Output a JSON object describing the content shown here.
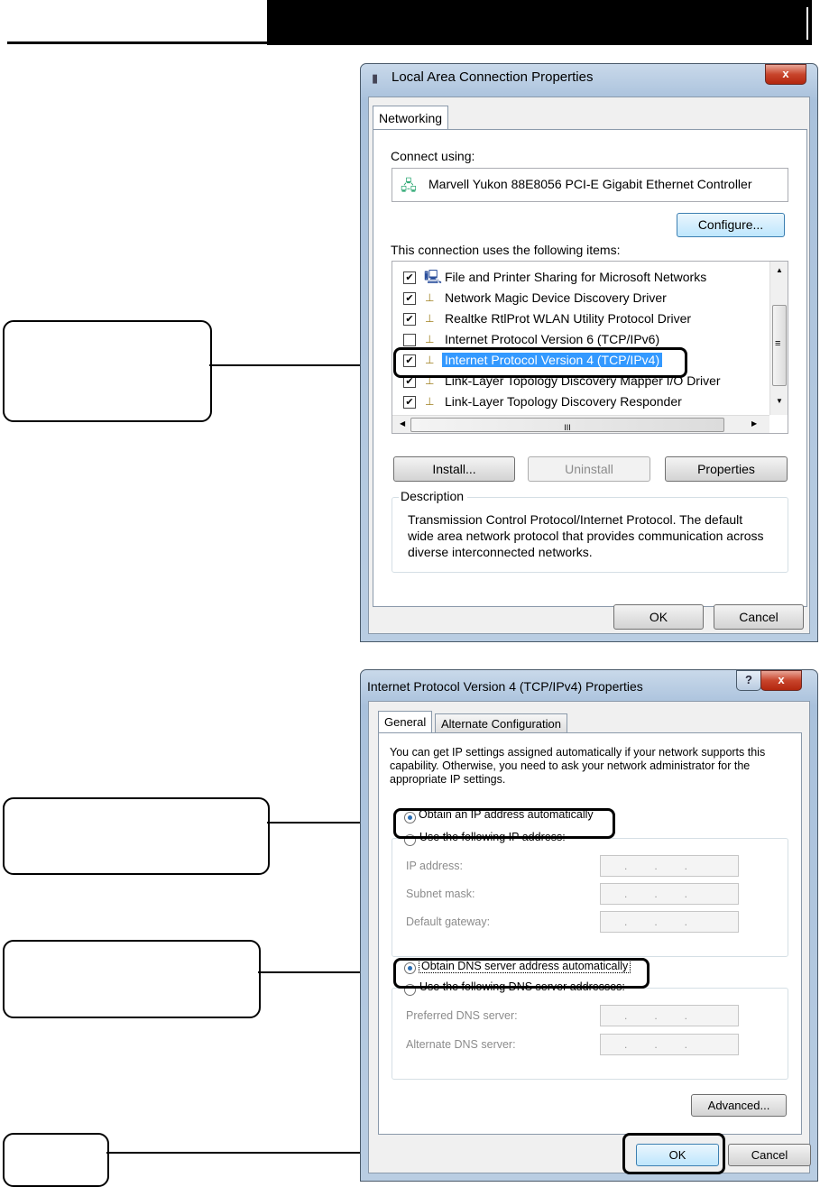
{
  "dialog1": {
    "title": "Local Area Connection Properties",
    "close": "x",
    "tab": "Networking",
    "connect_using_label": "Connect using:",
    "adapter": "Marvell Yukon 88E8056 PCI-E Gigabit Ethernet Controller",
    "configure": "Configure...",
    "items_label": "This connection uses the following items:",
    "items": [
      {
        "label": "File and Printer Sharing for Microsoft Networks",
        "checked": true
      },
      {
        "label": "Network Magic Device Discovery Driver",
        "checked": true
      },
      {
        "label": "Realtke RtlProt WLAN Utility Protocol Driver",
        "checked": true
      },
      {
        "label": "Internet Protocol Version 6 (TCP/IPv6)",
        "checked": false
      },
      {
        "label": "Internet Protocol Version 4 (TCP/IPv4)",
        "checked": true
      },
      {
        "label": "Link-Layer Topology Discovery Mapper I/O Driver",
        "checked": true
      },
      {
        "label": "Link-Layer Topology Discovery Responder",
        "checked": true
      }
    ],
    "hscroll_grip": "III",
    "vscroll_grip": "≡",
    "install": "Install...",
    "uninstall": "Uninstall",
    "properties": "Properties",
    "description_label": "Description",
    "description": "Transmission Control Protocol/Internet Protocol. The default wide area network protocol that provides communication across diverse interconnected networks.",
    "ok": "OK",
    "cancel": "Cancel"
  },
  "dialog2": {
    "title": "Internet Protocol Version 4 (TCP/IPv4) Properties",
    "help": "?",
    "close": "x",
    "tab_general": "General",
    "tab_alternate": "Alternate Configuration",
    "intro": "You can get IP settings assigned automatically if your network supports this capability. Otherwise, you need to ask your network administrator for the appropriate IP settings.",
    "obtain_ip": "Obtain an IP address automatically",
    "use_ip": "Use the following IP address:",
    "ip_address": "IP address:",
    "subnet_mask": "Subnet mask:",
    "default_gateway": "Default gateway:",
    "obtain_dns": "Obtain DNS server address automatically",
    "use_dns": "Use the following DNS server addresses:",
    "preferred_dns": "Preferred DNS server:",
    "alternate_dns": "Alternate DNS server:",
    "ip_placeholder": "...",
    "advanced": "Advanced...",
    "ok": "OK",
    "cancel": "Cancel"
  }
}
